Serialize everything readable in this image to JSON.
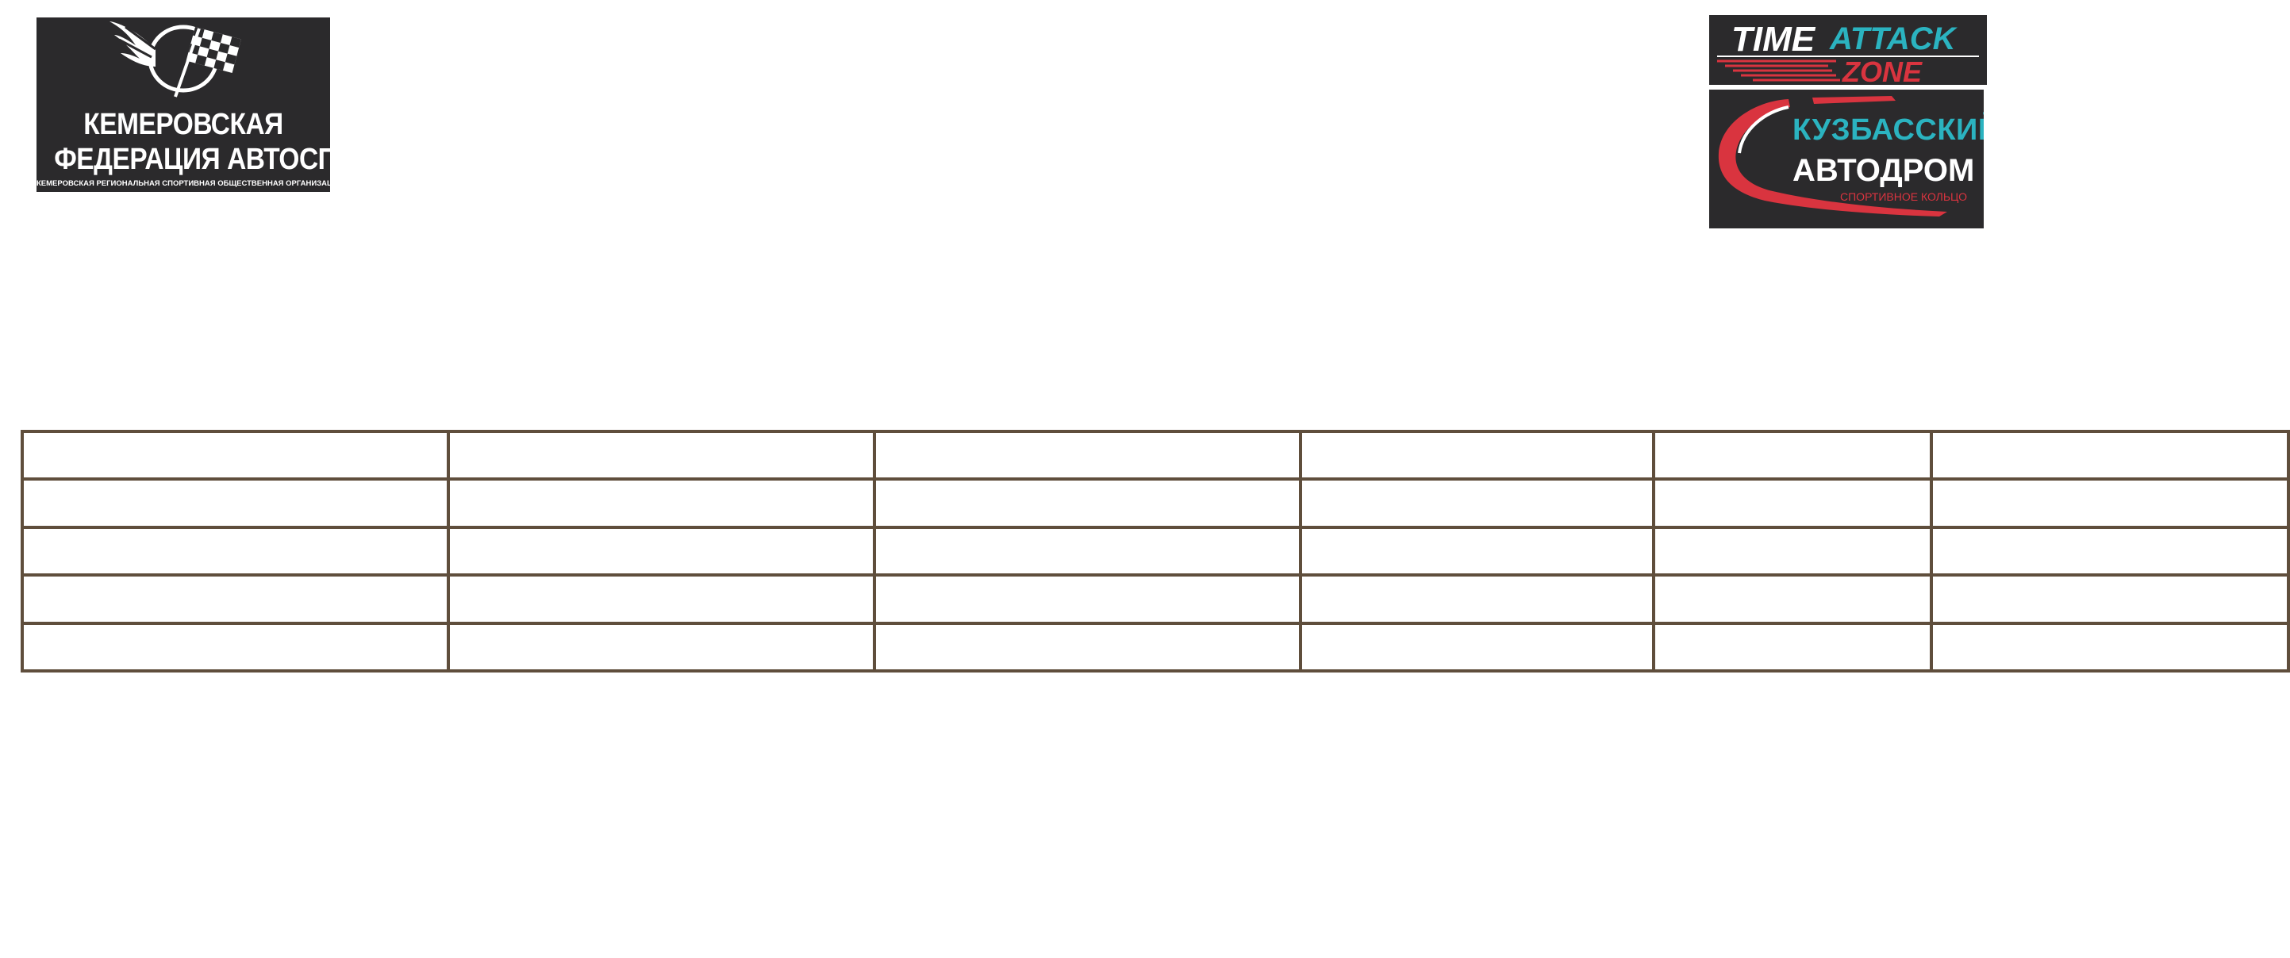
{
  "logos": {
    "kemerovo": {
      "title_line1": "КЕМЕРОВСКАЯ",
      "title_line2": "ФЕДЕРАЦИЯ АВТОСПОРТА",
      "subtitle": "КЕМЕРОВСКАЯ РЕГИОНАЛЬНАЯ СПОРТИВНАЯ ОБЩЕСТВЕННАЯ ОРГАНИЗАЦИЯ"
    },
    "time_attack": {
      "word1": "TIME",
      "word2": "ATTACK",
      "word3": "ZONE"
    },
    "kuzbass": {
      "line1": "КУЗБАССКИЙ",
      "line2": "АВТОДРОМ",
      "line3": "СПОРТИВНОЕ КОЛЬЦО"
    }
  },
  "colors": {
    "logo_bg": "#2b2a2c",
    "accent_teal": "#2bb3c0",
    "accent_red": "#d9343f",
    "table_border": "#5f4e3c"
  },
  "table": {
    "rows": [
      [
        "",
        "",
        "",
        "",
        "",
        ""
      ],
      [
        "",
        "",
        "",
        "",
        "",
        ""
      ],
      [
        "",
        "",
        "",
        "",
        "",
        ""
      ],
      [
        "",
        "",
        "",
        "",
        "",
        ""
      ],
      [
        "",
        "",
        "",
        "",
        "",
        ""
      ]
    ]
  }
}
